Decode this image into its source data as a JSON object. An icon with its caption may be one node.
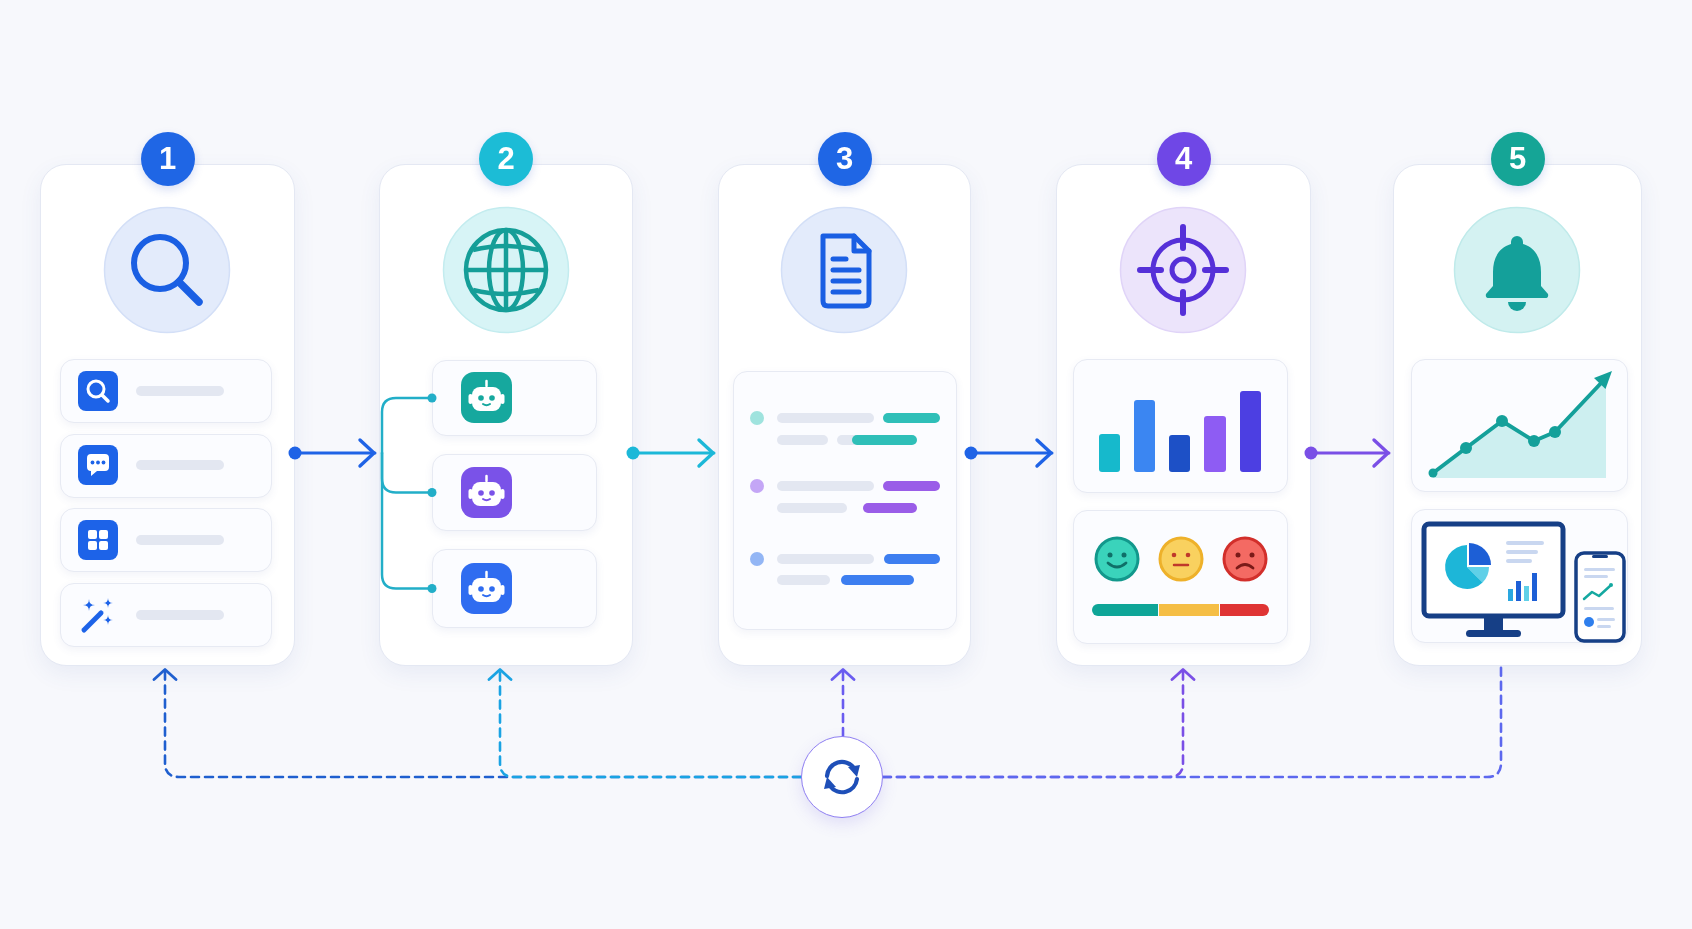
{
  "diagram": {
    "nodes": [
      {
        "text": [
          "1"
        ]
      },
      {
        "text": [
          "2"
        ]
      },
      {
        "text": [],
        "shape": "box",
        "in": 1
      },
      {
        "text": [],
        "shape": "box",
        "in": 1
      },
      {
        "text": [],
        "shape": "box",
        "in": 1
      },
      {
        "text": [
          "3"
        ]
      },
      {
        "text": [
          "4"
        ]
      },
      {
        "text": [
          "5"
        ]
      },
      {
        "text": [],
        "shape": "circle"
      }
    ],
    "edges": [
      {
        "from": 0,
        "to": 1,
        "arrow": "to"
      },
      {
        "from": 1,
        "to": 2,
        "arrow": "other",
        "color": "#22aec8"
      },
      {
        "from": 1,
        "to": 3,
        "arrow": "other",
        "color": "#22aec8"
      },
      {
        "from": 1,
        "to": 4,
        "arrow": "other",
        "color": "#22aec8"
      },
      {
        "from": 1,
        "to": 5,
        "arrow": "to",
        "color": "#1cb8d8"
      },
      {
        "from": 5,
        "to": 6,
        "arrow": "to"
      },
      {
        "from": 6,
        "to": 7,
        "arrow": "to",
        "color": "#7a4fe6"
      },
      {
        "from": 8,
        "to": 0,
        "arrow": "to",
        "style": "dashed",
        "color": "#1f5fcf"
      },
      {
        "from": 8,
        "to": 1,
        "arrow": "to",
        "style": "dashed",
        "color": "#1aa3e3"
      },
      {
        "from": 8,
        "to": 5,
        "arrow": "to",
        "style": "dashed",
        "color": "#6a5cf0"
      },
      {
        "from": 8,
        "to": 6,
        "arrow": "to",
        "style": "dashed",
        "color": "#7a4fe6"
      },
      {
        "from": 7,
        "to": 8,
        "arrow": "none",
        "style": "dashed",
        "color": "#5d68ee"
      }
    ]
  }
}
